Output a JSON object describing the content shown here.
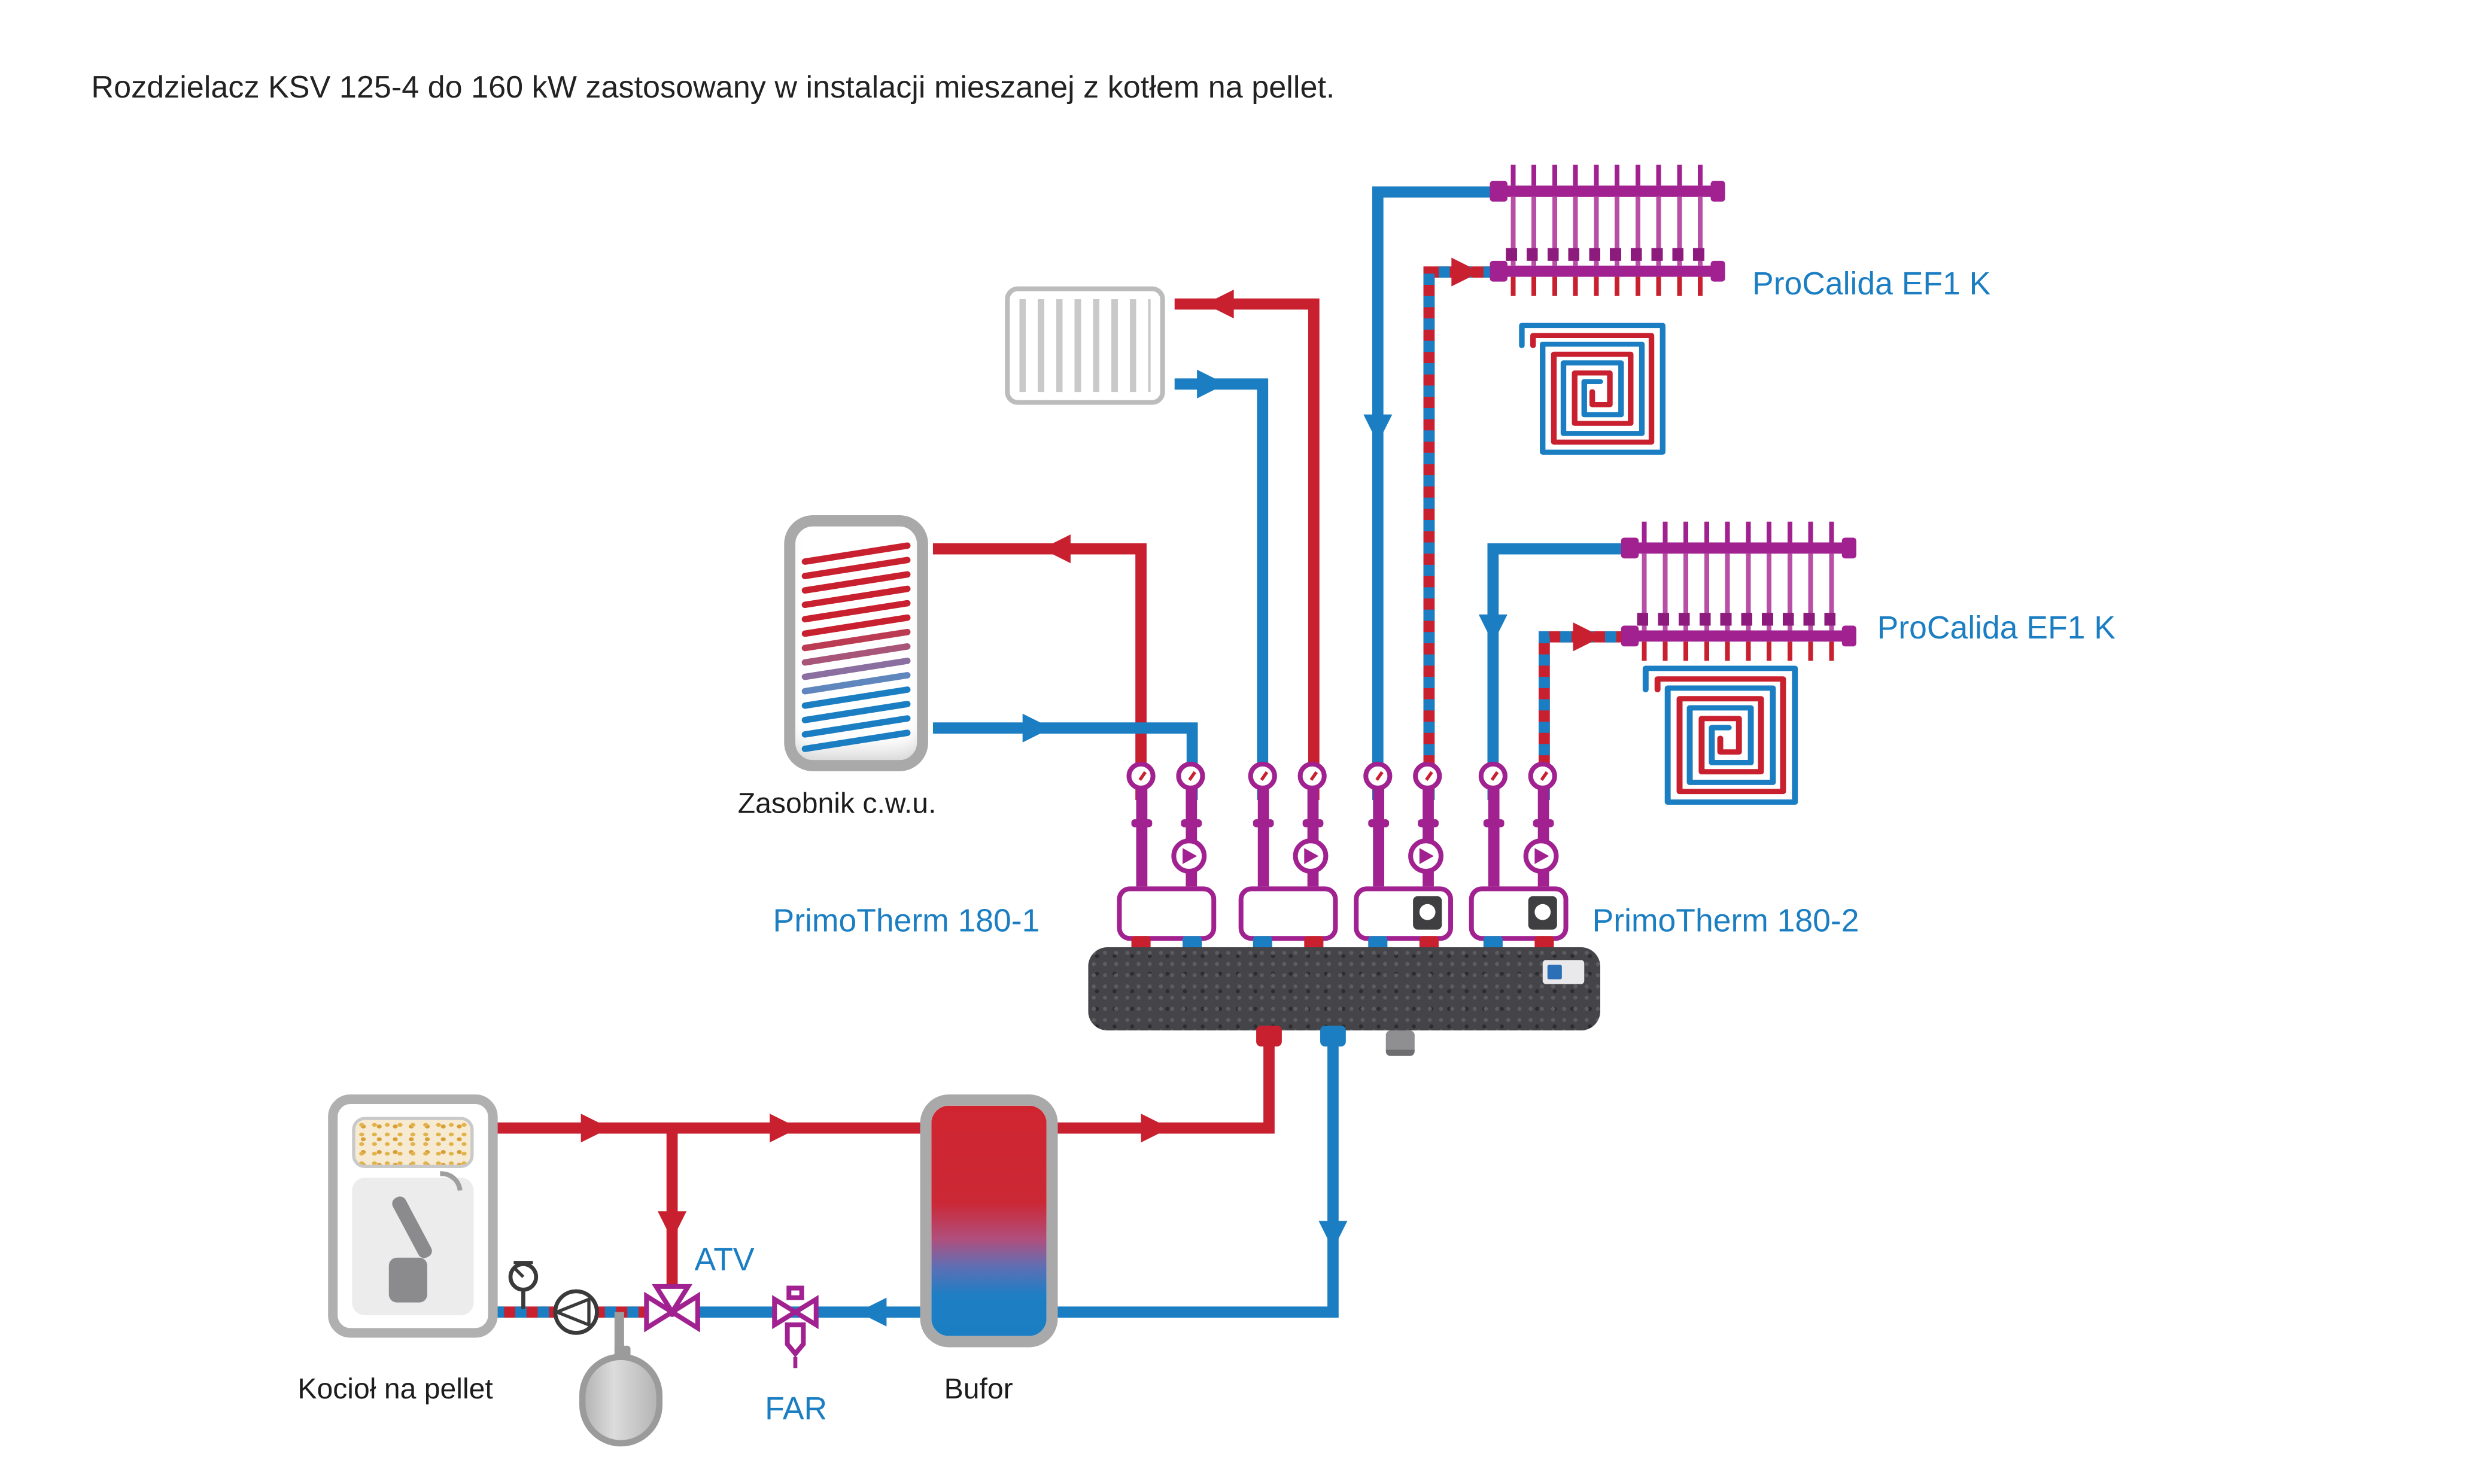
{
  "title": "Rozdzielacz KSV 125-4 do 160 kW zastosowany w instalacji mieszanej z kotłem na pellet.",
  "labels": {
    "manifold_1": "ProCalida EF1 K",
    "manifold_2": "ProCalida EF1 K",
    "pump_group_1": "PrimoTherm 180-1",
    "pump_group_2": "PrimoTherm 180-2",
    "dhw_tank": "Zasobnik c.w.u.",
    "boiler": "Kocioł na pellet",
    "buffer": "Bufor",
    "mixing_valve": "ATV",
    "filter": "FAR"
  },
  "colors": {
    "supply_red": "#c8202f",
    "return_blue": "#1b7ec2",
    "component_purple": "#a0218f",
    "label_blue": "#1b7ec2",
    "text_dark": "#1f1f1f"
  }
}
